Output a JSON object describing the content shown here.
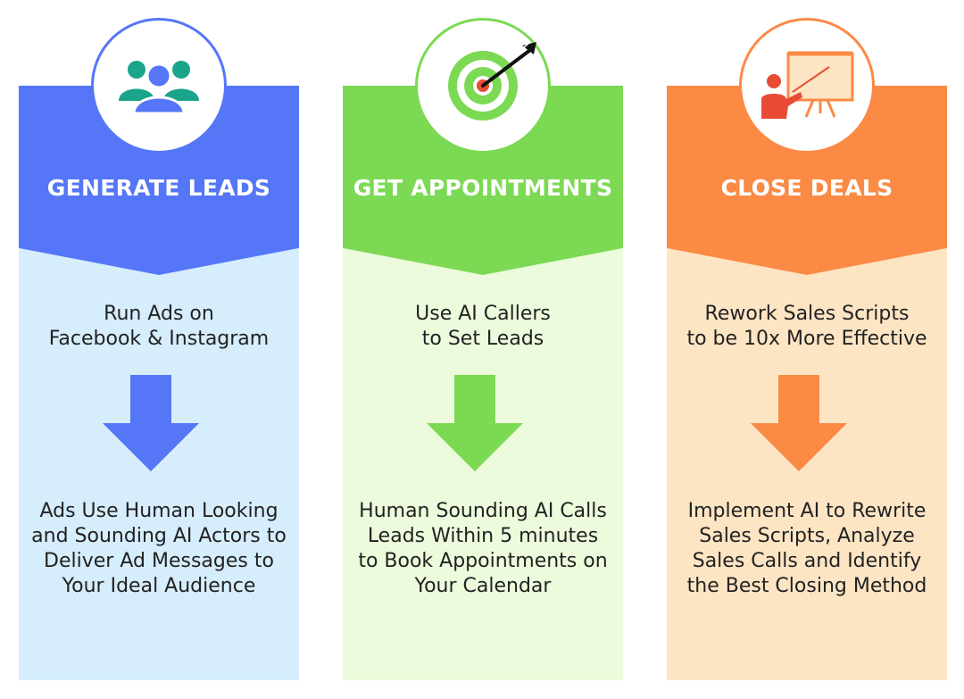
{
  "colors": {
    "blue": "#5576f7",
    "blue_light": "#d6edfc",
    "green": "#7cd953",
    "green_light": "#ecfbdc",
    "orange": "#fb8a45",
    "orange_light": "#fde5c4"
  },
  "columns": [
    {
      "title": "GENERATE LEADS",
      "icon": "people-group-icon",
      "top_lines": [
        "Run Ads on",
        "Facebook & Instagram"
      ],
      "bottom_lines": [
        "Ads Use Human Looking",
        "and Sounding AI Actors to",
        "Deliver Ad Messages to",
        "Your Ideal Audience"
      ]
    },
    {
      "title": "GET APPOINTMENTS",
      "icon": "target-arrow-icon",
      "top_lines": [
        "Use AI Callers",
        "to Set Leads"
      ],
      "bottom_lines": [
        "Human Sounding AI Calls",
        "Leads Within 5 minutes",
        "to Book Appointments on",
        "Your Calendar"
      ]
    },
    {
      "title": "CLOSE DEALS",
      "icon": "presentation-icon",
      "top_lines": [
        "Rework Sales Scripts",
        "to be 10x More Effective"
      ],
      "bottom_lines": [
        "Implement AI to Rewrite",
        "Sales Scripts, Analyze",
        "Sales Calls and Identify",
        "the Best Closing Method"
      ]
    }
  ]
}
